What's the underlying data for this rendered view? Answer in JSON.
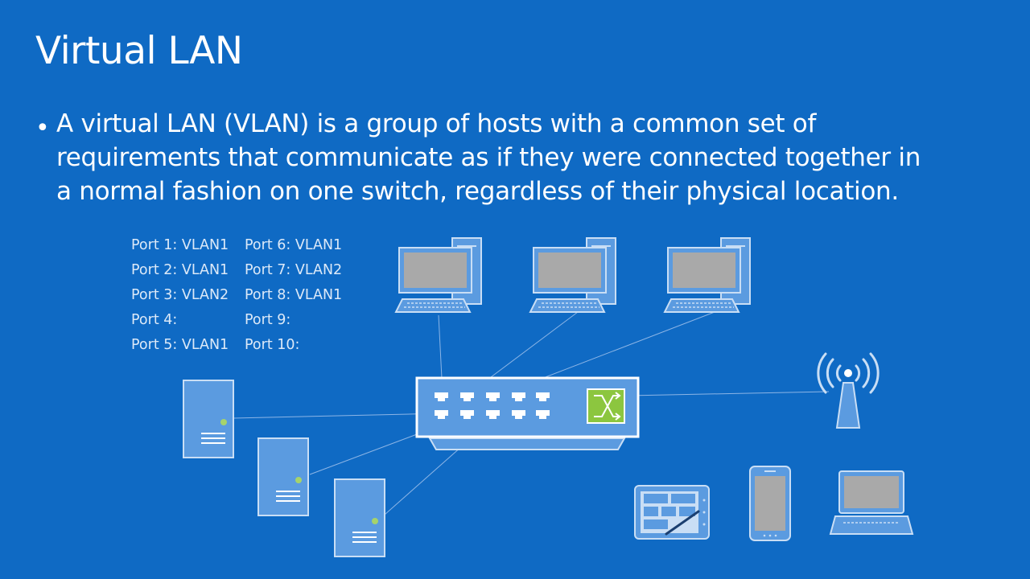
{
  "slide": {
    "title": "Virtual LAN",
    "bullet_lines": [
      "A virtual LAN (VLAN) is a group of hosts with a common set of",
      "requirements that communicate as if they were connected together in",
      "a normal fashion on one switch, regardless of their physical location."
    ]
  },
  "port_table": {
    "left_column": [
      "Port 1: VLAN1",
      "Port 2: VLAN1",
      "Port 3: VLAN2",
      "Port 4:",
      "Port 5: VLAN1"
    ],
    "right_column": [
      "Port 6: VLAN1",
      "Port 7: VLAN2",
      "Port 8: VLAN1",
      "Port 9:",
      "Port 10:"
    ]
  },
  "icons": {
    "desktops": [
      "desktop-computer-icon",
      "desktop-computer-icon",
      "desktop-computer-icon"
    ],
    "servers": [
      "server-icon",
      "server-icon",
      "server-icon"
    ],
    "switch": "network-switch-icon",
    "wireless": "wireless-access-point-icon",
    "devices": [
      "tablet-icon",
      "smartphone-icon",
      "laptop-icon"
    ]
  },
  "colors": {
    "background": "#0f6ac4",
    "device_fill": "#5b9be0",
    "device_stroke": "#c9def5",
    "screen_fill": "#a9a9a9",
    "switch_core": "#8cc63f"
  }
}
